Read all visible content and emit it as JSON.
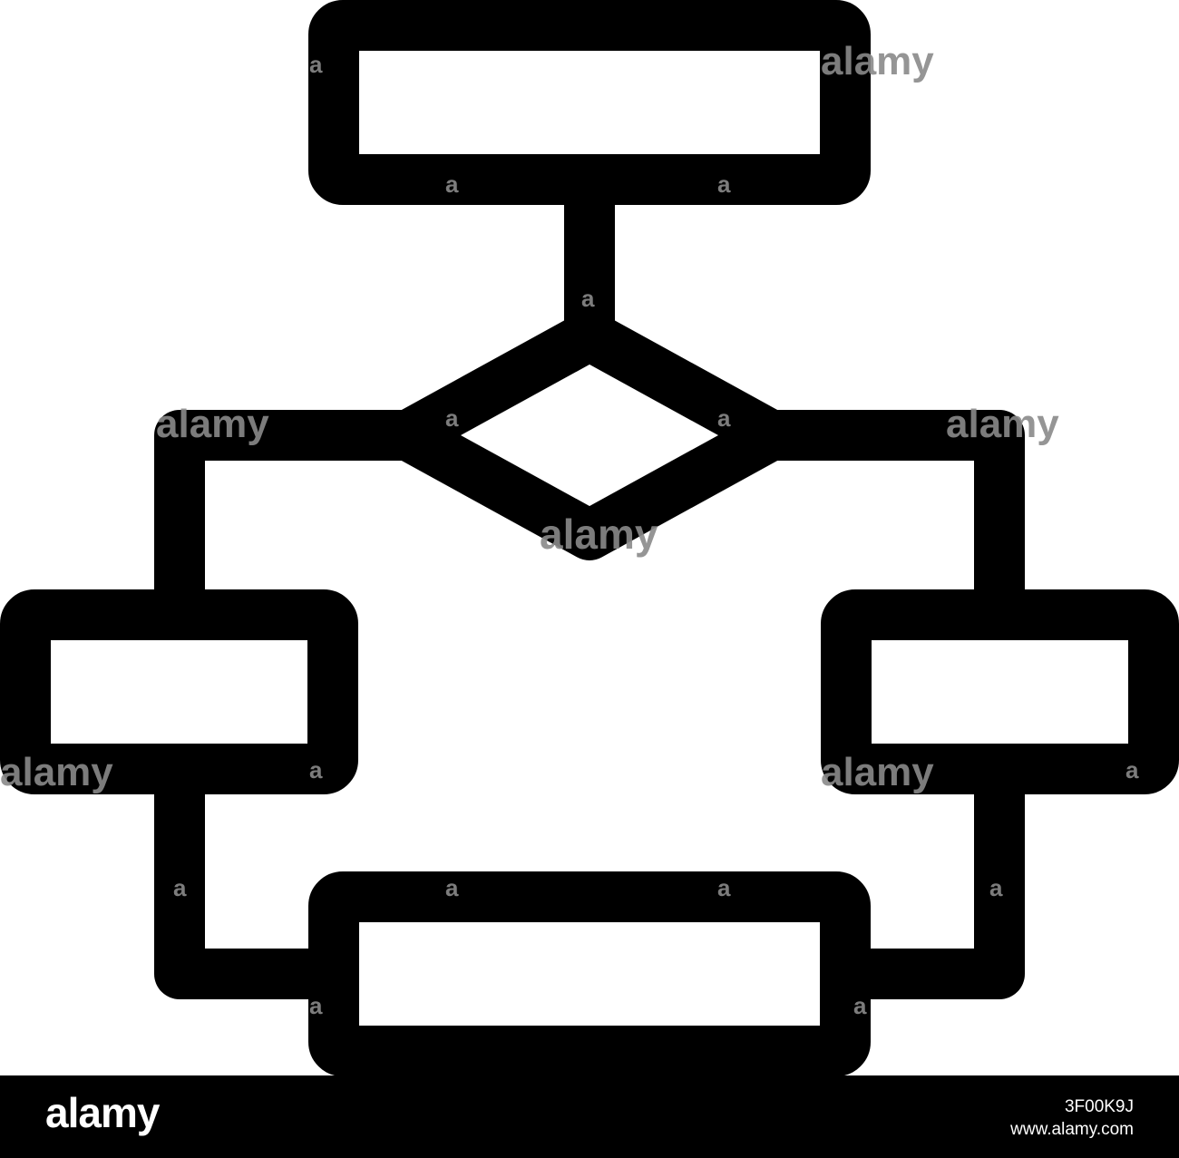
{
  "diagram": {
    "icon": "flowchart-icon",
    "stroke_color": "#000000",
    "background_color": "#ffffff"
  },
  "watermark": {
    "text": "alamy",
    "letter": "a",
    "color": "#8a8a8a"
  },
  "footer": {
    "background_color": "#000000",
    "logo": "alamy",
    "image_id": "3F00K9J",
    "site": "www.alamy.com"
  }
}
